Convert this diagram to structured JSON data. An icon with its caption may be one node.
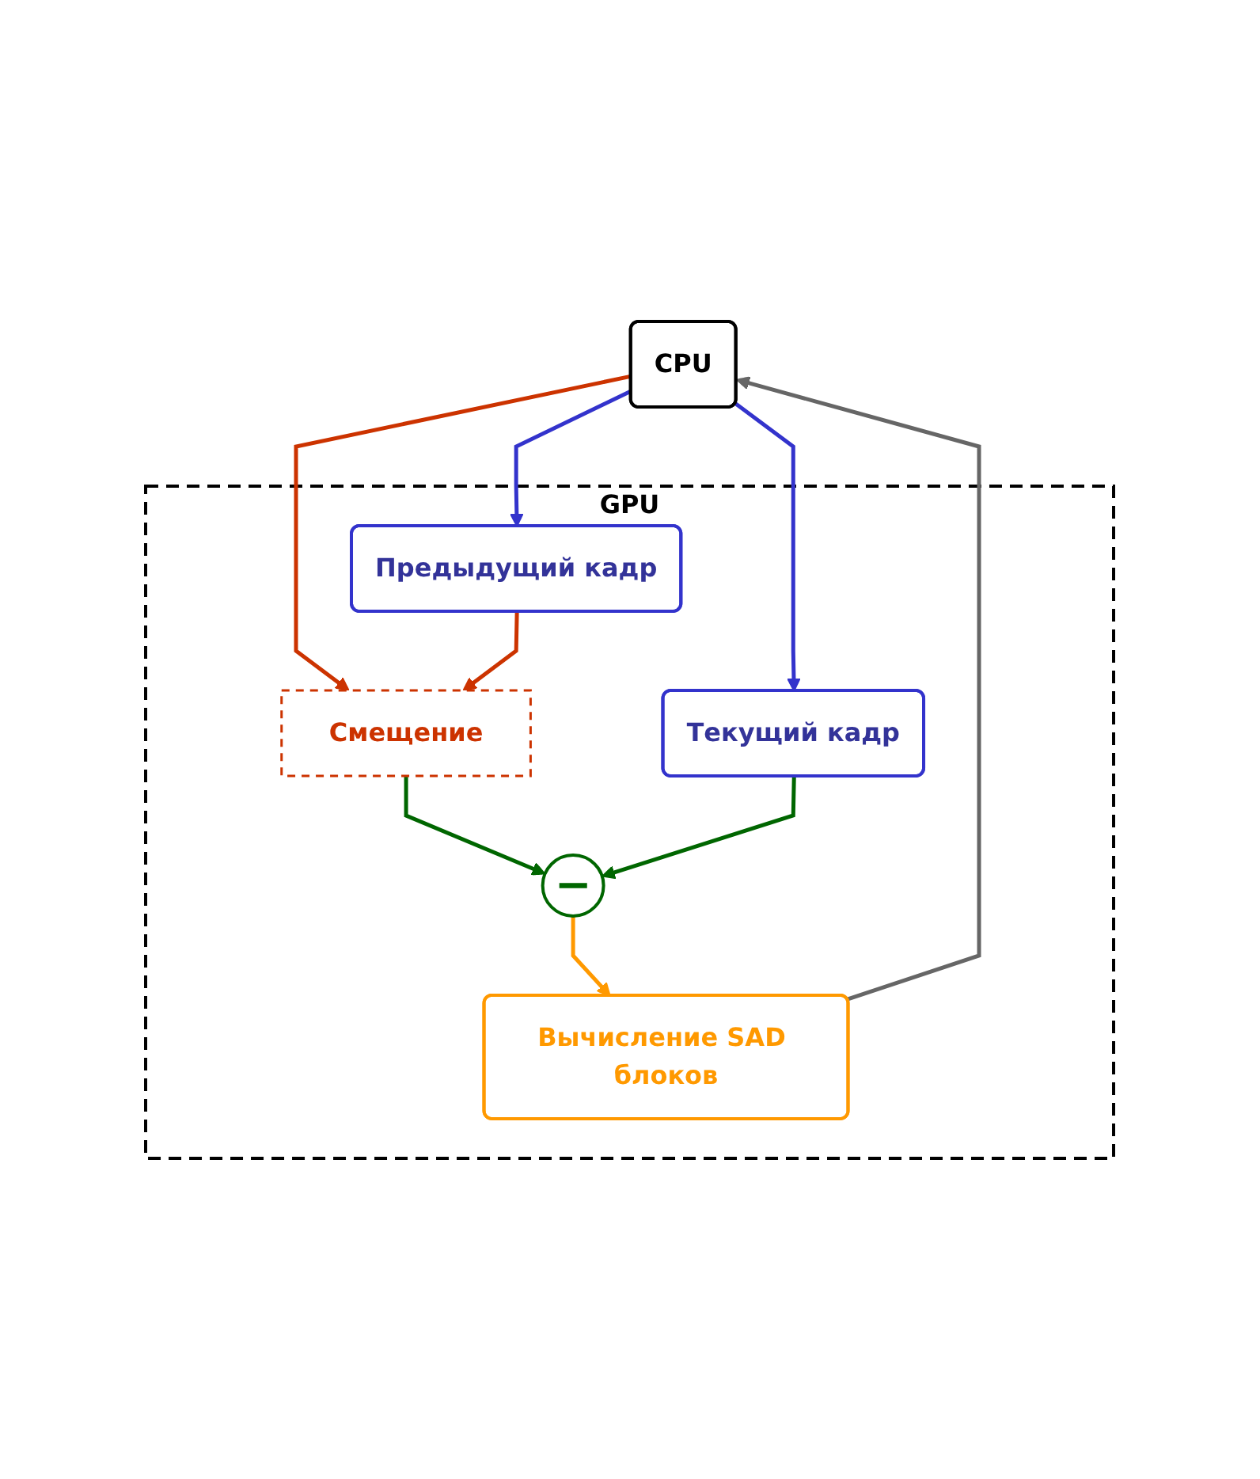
{
  "diagram": {
    "nodes": [
      {
        "text": [
          "CPU"
        ]
      },
      {
        "text": [
          "GPU"
        ]
      },
      {
        "text": [
          "Предыдущий кадр"
        ],
        "in": 1
      },
      {
        "text": [
          "Текущий кадр"
        ],
        "in": 1
      },
      {
        "text": [
          "Смещение"
        ],
        "in": 1
      },
      {
        "text": [
          "−"
        ],
        "in": 1
      },
      {
        "text": [
          "Вычисление SAD блоков"
        ],
        "in": 1
      }
    ],
    "edges": [
      {
        "from": 0,
        "to": 2,
        "arrow": "to",
        "color": "#3333cc"
      },
      {
        "from": 0,
        "to": 3,
        "arrow": "to",
        "color": "#3333cc"
      },
      {
        "from": 0,
        "to": 4,
        "arrow": "to",
        "color": "#cc3300"
      },
      {
        "from": 2,
        "to": 4,
        "arrow": "to",
        "color": "#cc3300"
      },
      {
        "from": 4,
        "to": 5,
        "arrow": "to",
        "color": "#006600"
      },
      {
        "from": 3,
        "to": 5,
        "arrow": "to",
        "color": "#006600"
      },
      {
        "from": 5,
        "to": 6,
        "arrow": "to",
        "color": "#ff9900"
      },
      {
        "from": 6,
        "to": 0,
        "arrow": "to",
        "color": "#666666"
      }
    ]
  }
}
